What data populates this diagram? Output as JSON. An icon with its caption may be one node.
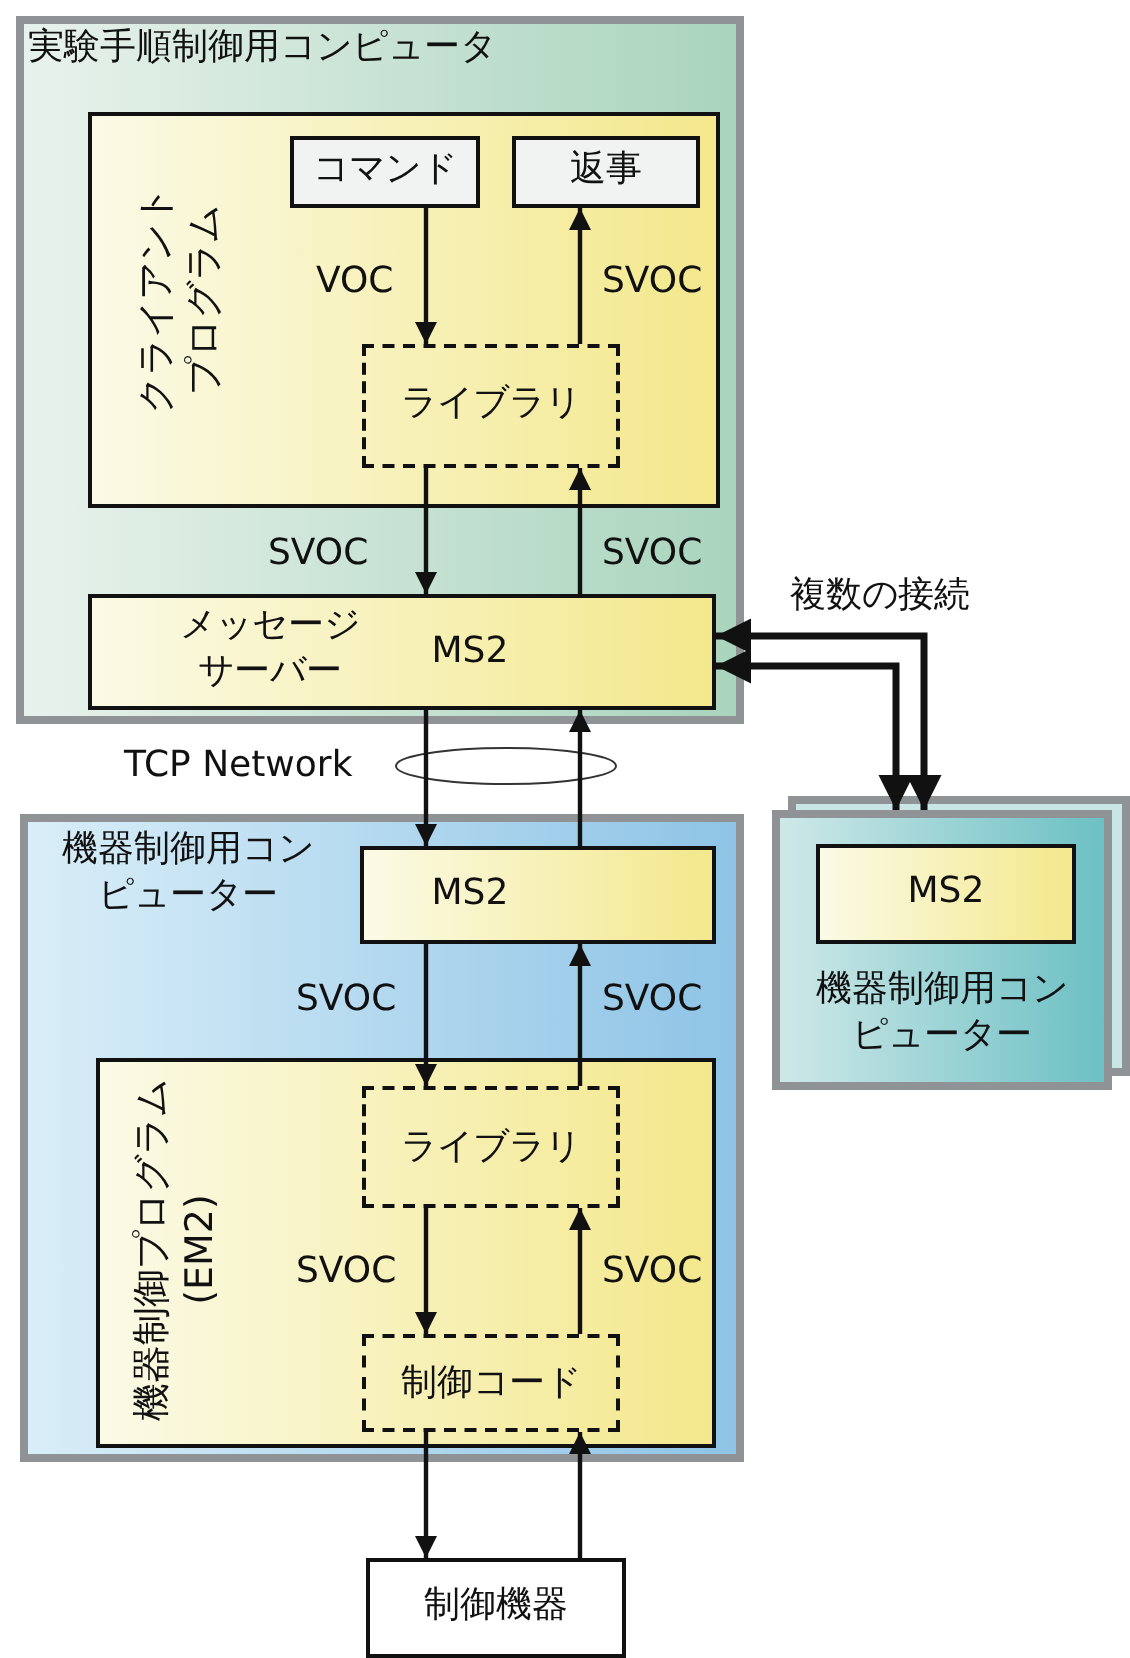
{
  "diagram": {
    "nodes": [
      {
        "text": [
          "実験手順制御用コンピュータ"
        ]
      },
      {
        "text": [
          "クライアントプログラム"
        ],
        "in": 0
      },
      {
        "text": [
          "コマンド"
        ],
        "in": 1
      },
      {
        "text": [
          "返事"
        ],
        "in": 1
      },
      {
        "text": [
          "ライブラリ"
        ],
        "in": 1
      },
      {
        "text": [
          "メッセージサーバー",
          "MS2"
        ],
        "in": 0
      },
      {
        "text": [
          "機器制御用コンピューター"
        ]
      },
      {
        "text": [
          "MS2"
        ],
        "in": 6
      },
      {
        "text": [
          "機器制御プログラム (EM2)"
        ],
        "in": 6
      },
      {
        "text": [
          "ライブラリ"
        ],
        "in": 8
      },
      {
        "text": [
          "制御コード"
        ],
        "in": 8
      },
      {
        "text": [
          "制御機器"
        ]
      },
      {
        "text": [
          "機器制御用コンピューター"
        ]
      },
      {
        "text": [
          "MS2"
        ],
        "in": 12
      },
      {
        "text": [],
        "shape": "ellipse"
      }
    ],
    "edges": [
      {
        "from": 2,
        "to": 4,
        "arrow": "to",
        "label": "VOC"
      },
      {
        "from": 4,
        "to": 3,
        "arrow": "to",
        "label": "SVOC"
      },
      {
        "from": 4,
        "to": 5,
        "arrow": "to",
        "label": "SVOC"
      },
      {
        "from": 5,
        "to": 4,
        "arrow": "to",
        "label": "SVOC"
      },
      {
        "from": 5,
        "to": 7,
        "arrow": "to"
      },
      {
        "from": 7,
        "to": 5,
        "arrow": "to"
      },
      {
        "from": 7,
        "to": 9,
        "arrow": "to",
        "label": "SVOC"
      },
      {
        "from": 9,
        "to": 7,
        "arrow": "to",
        "label": "SVOC"
      },
      {
        "from": 9,
        "to": 10,
        "arrow": "to",
        "label": "SVOC"
      },
      {
        "from": 10,
        "to": 9,
        "arrow": "to",
        "label": "SVOC"
      },
      {
        "from": 10,
        "to": 11,
        "arrow": "to"
      },
      {
        "from": 11,
        "to": 10,
        "arrow": "to"
      },
      {
        "from": 5,
        "to": 12,
        "arrow": "both"
      },
      {
        "from": 5,
        "to": 12,
        "arrow": "both"
      }
    ],
    "labels": [
      "TCP Network",
      "複数の接続"
    ]
  }
}
